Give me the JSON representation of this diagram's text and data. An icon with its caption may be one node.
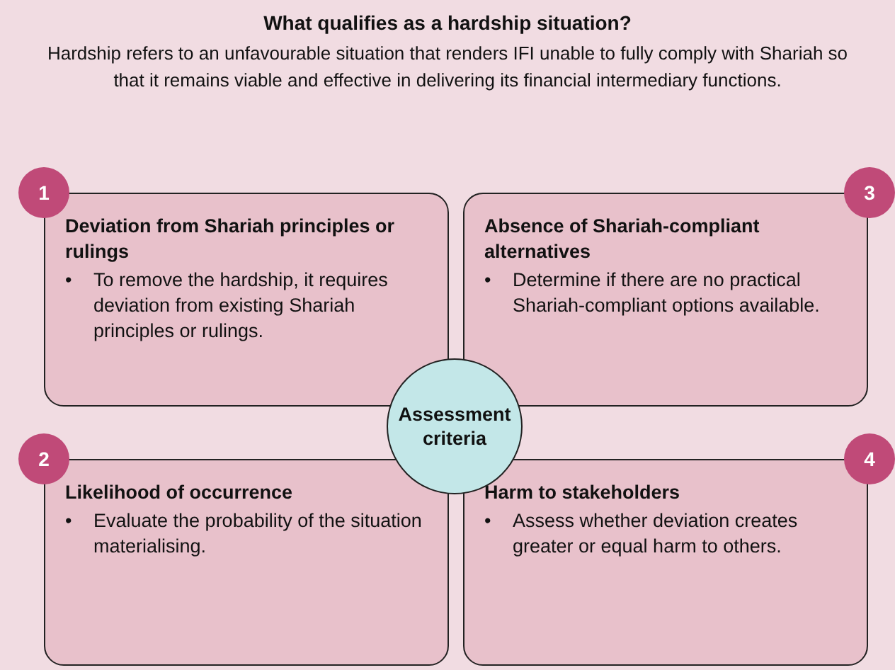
{
  "diagram": {
    "title": "What qualifies as a hardship situation?",
    "nodes": [
      {
        "text": [
          "1"
        ]
      },
      {
        "text": [
          "Deviation from Shariah principles or rulings",
          "•",
          "To remove the hardship, it requires deviation from existing Shariah principles or rulings."
        ]
      },
      {
        "text": [
          "3"
        ]
      },
      {
        "text": [
          "Absence of Shariah-compliant alternatives",
          "•",
          "Determine if there are no practical Shariah-compliant options available."
        ]
      },
      {
        "text": [
          "Assessment criteria"
        ]
      },
      {
        "text": [
          "2"
        ]
      },
      {
        "text": [
          "Likelihood of occurrence",
          "•",
          "Evaluate the probability of the situation materialising."
        ]
      },
      {
        "text": [
          "4"
        ]
      },
      {
        "text": [
          "Harm to stakeholders",
          "•",
          "Assess whether deviation creates greater or equal harm to others."
        ]
      }
    ],
    "labels": [
      "Hardship refers to an unfavourable situation that renders IFI unable to fully comply with Shariah so that it remains viable and effective in delivering its financial intermediary functions."
    ]
  }
}
